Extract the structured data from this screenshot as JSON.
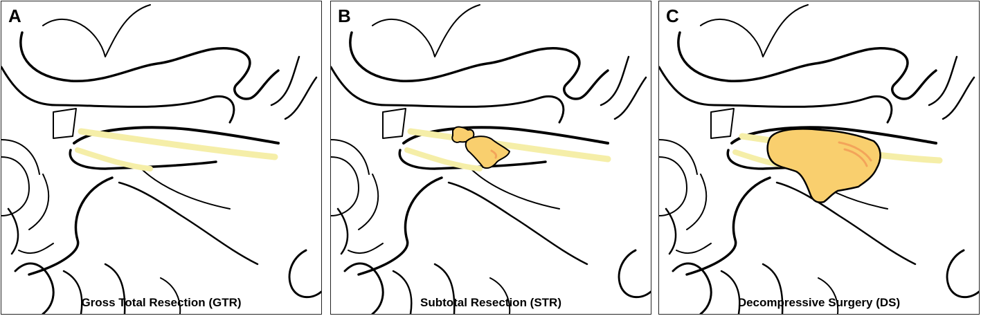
{
  "panels": [
    {
      "letter": "A",
      "caption": "Gross Total Resection (GTR)"
    },
    {
      "letter": "B",
      "caption": "Subtotal Resection (STR)"
    },
    {
      "letter": "C",
      "caption": "Decompressive Surgery (DS)"
    }
  ],
  "colors": {
    "outline": "#000000",
    "nerve": "#f5eea8",
    "residual_tumor": "#f9cf6e",
    "tumor_highlight": "#f3a45a"
  }
}
